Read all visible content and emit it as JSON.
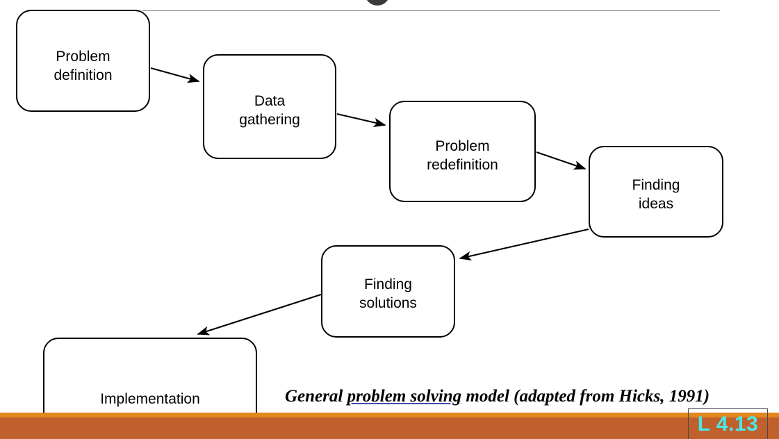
{
  "slide": {
    "caption_prefix": "General ",
    "caption_underlined": "problem solving",
    "caption_suffix": " model (adapted from Hicks, 1991)",
    "page_badge": "L 4.13",
    "colors": {
      "band_bright": "#e2871d",
      "band_deep": "#c0602c",
      "badge_text": "#47e9e9",
      "underline": "#3b4ea8",
      "node_border": "#000000",
      "rule": "#808080"
    }
  },
  "diagram": {
    "type": "flowchart",
    "nodes": [
      {
        "id": "problem-definition",
        "label": "Problem\ndefinition"
      },
      {
        "id": "data-gathering",
        "label": "Data\ngathering"
      },
      {
        "id": "problem-redefinition",
        "label": "Problem\nredefinition"
      },
      {
        "id": "finding-ideas",
        "label": "Finding\nideas"
      },
      {
        "id": "finding-solutions",
        "label": "Finding\nsolutions"
      },
      {
        "id": "implementation",
        "label": "Implementation"
      }
    ],
    "edges": [
      {
        "from": "problem-definition",
        "to": "data-gathering"
      },
      {
        "from": "data-gathering",
        "to": "problem-redefinition"
      },
      {
        "from": "problem-redefinition",
        "to": "finding-ideas"
      },
      {
        "from": "finding-ideas",
        "to": "finding-solutions"
      },
      {
        "from": "finding-solutions",
        "to": "implementation"
      }
    ]
  }
}
